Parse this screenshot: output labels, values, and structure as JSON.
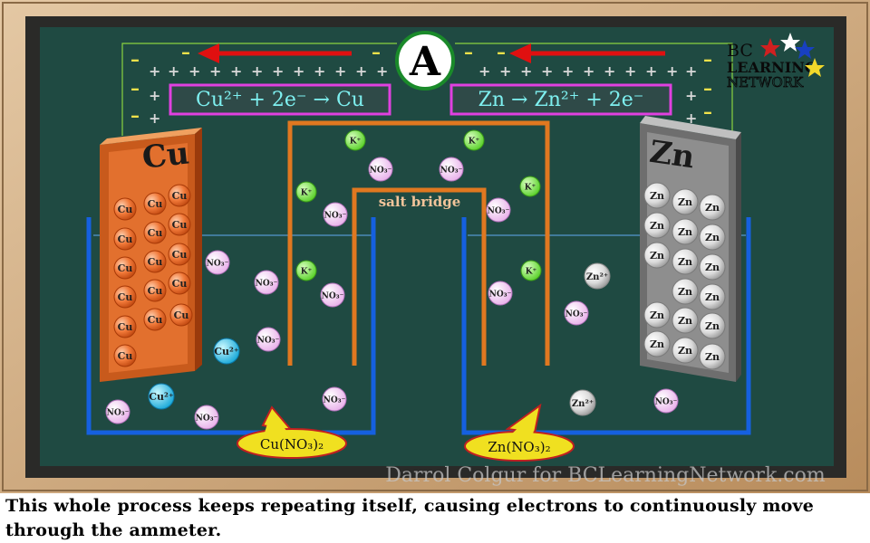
{
  "ammeter_label": "A",
  "logo": {
    "line1": "BC",
    "line2": "LEARNING",
    "line3": "NETWORK"
  },
  "reactions": {
    "cathode": "Cu²⁺ + 2e⁻ → Cu",
    "anode": "Zn → Zn²⁺ + 2e⁻"
  },
  "electrodes": {
    "left": "Cu",
    "right": "Zn"
  },
  "salt_bridge_label": "salt bridge",
  "solutions": {
    "left": "Cu(NO₃)₂",
    "right": "Zn(NO₃)₂"
  },
  "credit": "Darrol Colgur for BCLearningNetwork.com",
  "caption": "This whole process keeps repeating itself, causing electrons to continuously move through the ammeter.",
  "ion_labels": {
    "potassium": "K⁺",
    "nitrate": "NO₃⁻",
    "copper_ion": "Cu²⁺",
    "zinc_ion": "Zn²⁺",
    "copper_atom": "Cu",
    "zinc_atom": "Zn"
  },
  "colors": {
    "chalkboard": "#1f4a42",
    "frame": "#c9a57c",
    "wire": "#8ad43f",
    "arrow": "#e01010",
    "beaker": "#1560e0",
    "salt_bridge": "#e07820",
    "reaction_box": "#e040e0",
    "reaction_text": "#7ef0f0",
    "copper": "#e86a2a",
    "zinc": "#8a8a8a",
    "potassium": "#78ec48",
    "nitrate": "#f2c8f2",
    "copper_ion": "#30c8e8",
    "zinc_ion": "#e8e8e8"
  }
}
